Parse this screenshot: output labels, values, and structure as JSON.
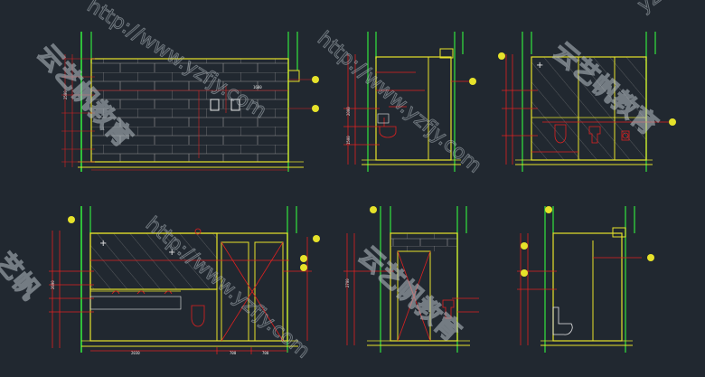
{
  "drawing": {
    "colors": {
      "background": "#212830",
      "wall": "#2fbf3a",
      "outline": "#e6e22a",
      "dimension": "#e02020",
      "fixture": "#e02020",
      "tag": "#e6e22a",
      "white": "#e8e8e8"
    },
    "elevations": [
      {
        "name": "elevation-1",
        "dims": [
          "1600",
          "2500"
        ]
      },
      {
        "name": "elevation-2",
        "dims": [
          "2000",
          "1500"
        ]
      },
      {
        "name": "elevation-3",
        "dims": []
      },
      {
        "name": "elevation-4",
        "dims": [
          "2030",
          "700",
          "700",
          "2690"
        ]
      },
      {
        "name": "elevation-5",
        "dims": [
          "2700"
        ]
      },
      {
        "name": "elevation-6",
        "dims": []
      }
    ],
    "watermark": {
      "url": "http://www.yzfjy.com",
      "url_short": "yzfjy",
      "cn": "云艺帆教育",
      "cn_short": "艺帆"
    }
  }
}
